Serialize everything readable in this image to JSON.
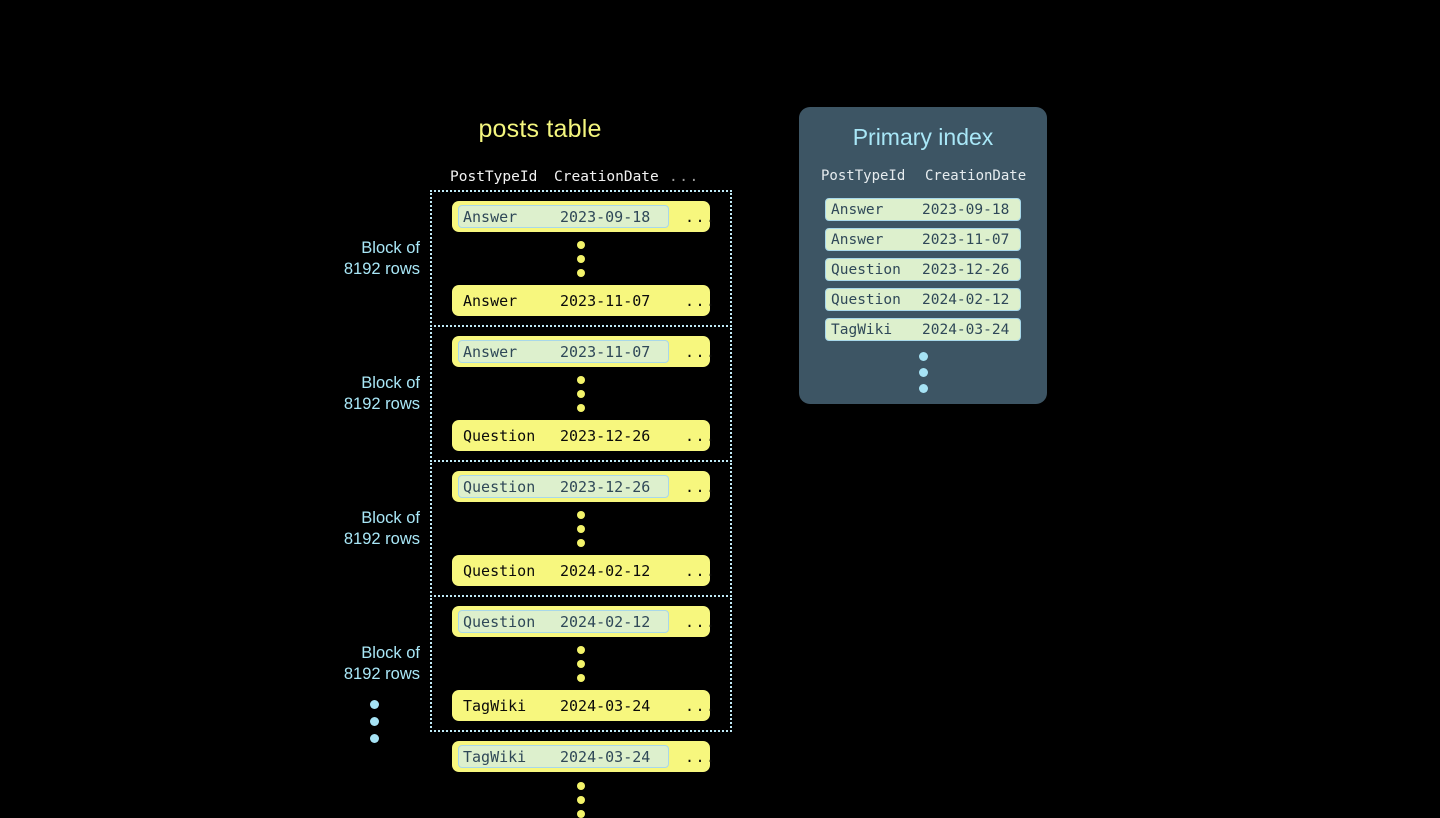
{
  "posts_table": {
    "title": "posts table",
    "columns": {
      "post_type_id": "PostTypeId",
      "creation_date": "CreationDate",
      "more": "..."
    },
    "blocks": [
      {
        "label_line1": "Block of",
        "label_line2": "8192 rows",
        "first_row": {
          "post_type_id": "Answer",
          "creation_date": "2023-09-18",
          "more": "...",
          "highlighted": true
        },
        "last_row": {
          "post_type_id": "Answer",
          "creation_date": "2023-11-07",
          "more": "...",
          "highlighted": false
        }
      },
      {
        "label_line1": "Block of",
        "label_line2": "8192 rows",
        "first_row": {
          "post_type_id": "Answer",
          "creation_date": "2023-11-07",
          "more": "...",
          "highlighted": true
        },
        "last_row": {
          "post_type_id": "Question",
          "creation_date": "2023-12-26",
          "more": "...",
          "highlighted": false
        }
      },
      {
        "label_line1": "Block of",
        "label_line2": "8192 rows",
        "first_row": {
          "post_type_id": "Question",
          "creation_date": "2023-12-26",
          "more": "...",
          "highlighted": true
        },
        "last_row": {
          "post_type_id": "Question",
          "creation_date": "2024-02-12",
          "more": "...",
          "highlighted": false
        }
      },
      {
        "label_line1": "Block of",
        "label_line2": "8192 rows",
        "first_row": {
          "post_type_id": "Question",
          "creation_date": "2024-02-12",
          "more": "...",
          "highlighted": true
        },
        "last_row": {
          "post_type_id": "TagWiki",
          "creation_date": "2024-03-24",
          "more": "...",
          "highlighted": false
        }
      }
    ],
    "tail_row": {
      "post_type_id": "TagWiki",
      "creation_date": "2024-03-24",
      "more": "...",
      "highlighted": true
    }
  },
  "primary_index": {
    "title": "Primary index",
    "columns": {
      "post_type_id": "PostTypeId",
      "creation_date": "CreationDate"
    },
    "rows": [
      {
        "post_type_id": "Answer",
        "creation_date": "2023-09-18"
      },
      {
        "post_type_id": "Answer",
        "creation_date": "2023-11-07"
      },
      {
        "post_type_id": "Question",
        "creation_date": "2023-12-26"
      },
      {
        "post_type_id": "Question",
        "creation_date": "2024-02-12"
      },
      {
        "post_type_id": "TagWiki",
        "creation_date": "2024-03-24"
      }
    ]
  },
  "colors": {
    "background": "#000000",
    "row_yellow": "#f7f77e",
    "highlight_green": "#ddf0cd",
    "highlight_border": "#a8d8ea",
    "accent_blue": "#a9e7f7",
    "panel_bg": "#3d5564",
    "title_yellow": "#f4f67e",
    "dot_yellow": "#f3f36a",
    "dot_blue": "#a6e3f5",
    "header_text": "#f2f2f2"
  }
}
